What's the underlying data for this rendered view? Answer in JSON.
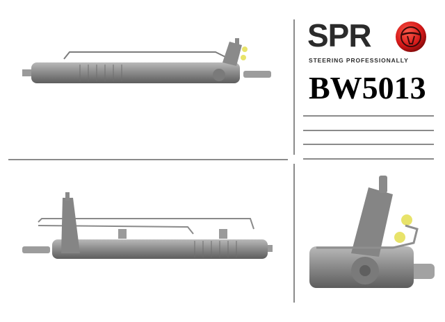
{
  "brand": {
    "name": "SPRO",
    "letters": "SPR",
    "tagline": "STEERING PROFESSIONALLY",
    "accent_color": "#d42020",
    "text_color": "#2b2b2b"
  },
  "product": {
    "part_number": "BW5013",
    "type": "power steering rack"
  },
  "info_lines": [
    "",
    "",
    "",
    ""
  ],
  "images": [
    {
      "view": "top-left",
      "label": "steering rack front view"
    },
    {
      "view": "bottom-left",
      "label": "steering rack rear view"
    },
    {
      "view": "bottom-right",
      "label": "steering rack valve detail"
    }
  ]
}
